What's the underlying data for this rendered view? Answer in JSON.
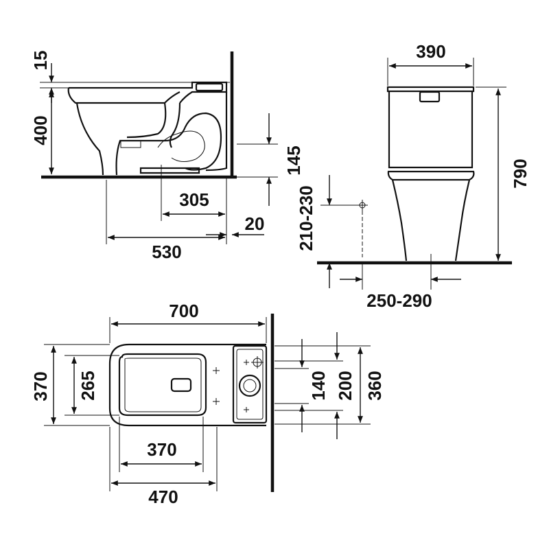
{
  "side_view": {
    "dims": [
      "15",
      "400",
      "145",
      "305",
      "20",
      "530"
    ]
  },
  "front_view": {
    "dims": [
      "390",
      "790",
      "210-230",
      "250-290"
    ]
  },
  "top_view": {
    "dims": [
      "700",
      "370",
      "265",
      "140",
      "200",
      "360",
      "370",
      "470"
    ]
  },
  "colors": {
    "line": "#111111",
    "background": "#ffffff"
  }
}
